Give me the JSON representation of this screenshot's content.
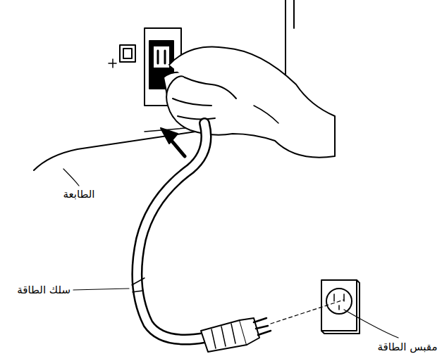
{
  "diagram": {
    "labels": [
      "الطابعة",
      "سلك الطاقة",
      "مقبس الطاقة"
    ]
  }
}
